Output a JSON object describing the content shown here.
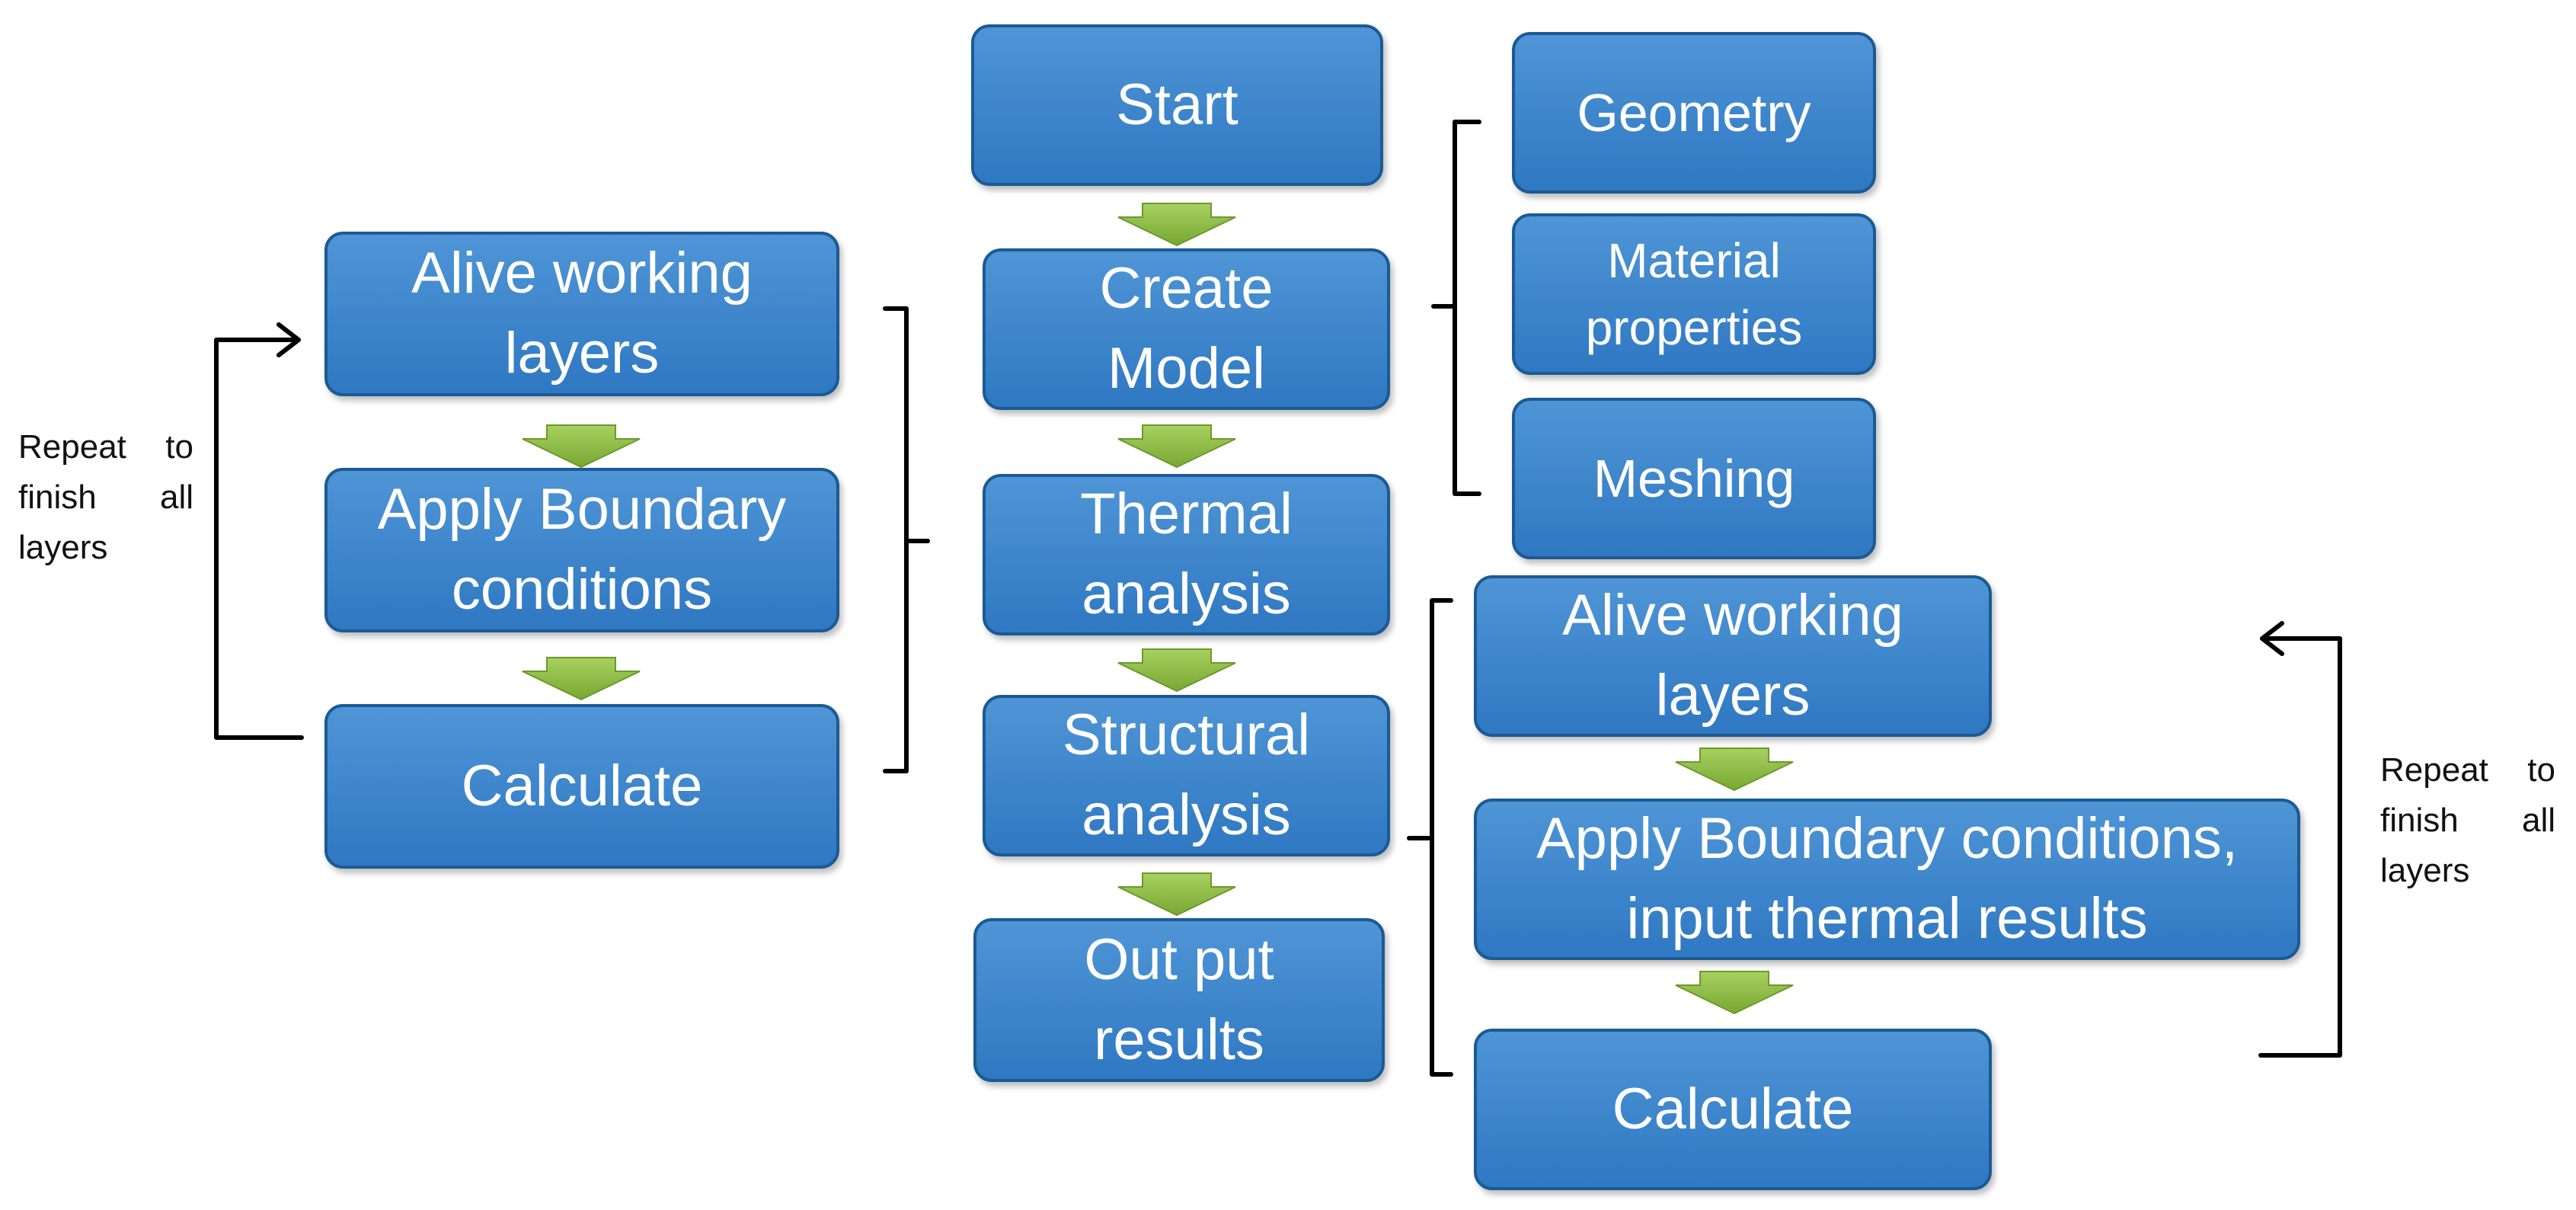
{
  "colors": {
    "box_fill": "#3b86cc",
    "box_border": "#1b5a95",
    "arrow_fill": "#8fbf3f",
    "connector": "#000000",
    "text": "#ffffff"
  },
  "main_flow": {
    "start": "Start",
    "create_model": "Create\nModel",
    "thermal_analysis": "Thermal\nanalysis",
    "structural_analysis": "Structural\nanalysis",
    "output_results": "Out put\nresults"
  },
  "model_steps": {
    "geometry": "Geometry",
    "material_properties": "Material\nproperties",
    "meshing": "Meshing"
  },
  "thermal_loop": {
    "alive_layers": "Alive working\nlayers",
    "apply_bc": "Apply Boundary\nconditions",
    "calculate": "Calculate",
    "repeat_note": "Repeat to finish all layers"
  },
  "structural_loop": {
    "alive_layers": "Alive working\nlayers",
    "apply_bc": "Apply Boundary conditions,\ninput thermal results",
    "calculate": "Calculate",
    "repeat_note": "Repeat to finish all layers"
  }
}
